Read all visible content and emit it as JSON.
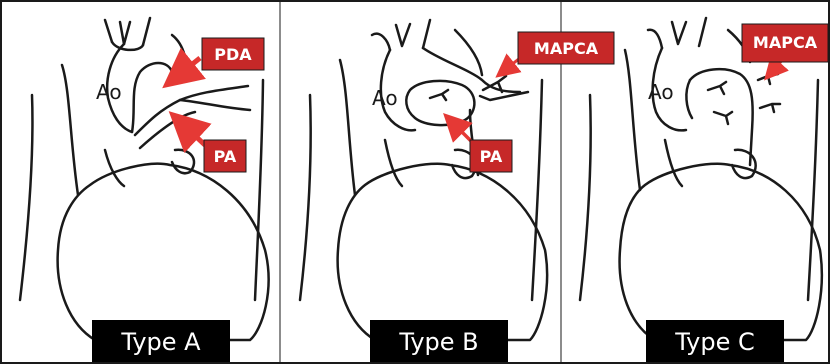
{
  "colors": {
    "line": "#1a1a1a",
    "callout_fill": "#c62828",
    "callout_text": "#ffffff",
    "arrow": "#e53935",
    "type_box": "#000000",
    "type_text": "#ffffff",
    "background": "#ffffff"
  },
  "panels": [
    {
      "aorta_label": "Ao",
      "callouts": [
        "PDA",
        "PA"
      ],
      "type_label": "Type A"
    },
    {
      "aorta_label": "Ao",
      "callouts": [
        "MAPCA",
        "PA"
      ],
      "type_label": "Type B"
    },
    {
      "aorta_label": "Ao",
      "callouts": [
        "MAPCA"
      ],
      "type_label": "Type C"
    }
  ]
}
